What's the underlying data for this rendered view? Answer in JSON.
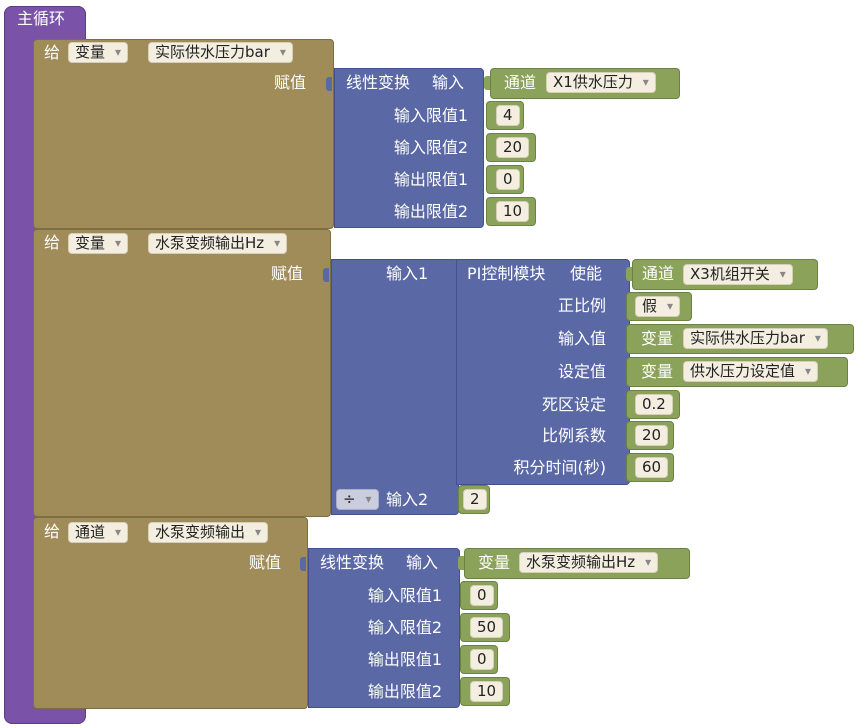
{
  "main_loop": {
    "title": "主循环"
  },
  "stmt1": {
    "give": "给",
    "var_type": "变量",
    "var_name": "实际供水压力bar",
    "assign": "赋值",
    "linear": {
      "title": "线性变换",
      "input": "输入",
      "in_lo_label": "输入限值1",
      "in_lo": "4",
      "in_hi_label": "输入限值2",
      "in_hi": "20",
      "out_lo_label": "输出限值1",
      "out_lo": "0",
      "out_hi_label": "输出限值2",
      "out_hi": "10"
    },
    "channel": {
      "label": "通道",
      "value": "X1供水压力"
    }
  },
  "stmt2": {
    "give": "给",
    "var_type": "变量",
    "var_name": "水泵变频输出Hz",
    "assign": "赋值",
    "math": {
      "input1": "输入1",
      "op": "÷",
      "input2": "输入2",
      "input2_value": "2"
    },
    "pi": {
      "title": "PI控制模块",
      "enable": "使能",
      "enable_channel_label": "通道",
      "enable_channel_value": "X3机组开关",
      "proportional_label": "正比例",
      "proportional_value": "假",
      "input_label": "输入值",
      "input_var_type": "变量",
      "input_var_name": "实际供水压力bar",
      "setpoint_label": "设定值",
      "setpoint_var_type": "变量",
      "setpoint_var_name": "供水压力设定值",
      "deadband_label": "死区设定",
      "deadband_value": "0.2",
      "kp_label": "比例系数",
      "kp_value": "20",
      "ti_label": "积分时间(秒)",
      "ti_value": "60"
    }
  },
  "stmt3": {
    "give": "给",
    "target_type": "通道",
    "target_name": "水泵变频输出",
    "assign": "赋值",
    "linear": {
      "title": "线性变换",
      "input": "输入",
      "in_lo_label": "输入限值1",
      "in_lo": "0",
      "in_hi_label": "输入限值2",
      "in_hi": "50",
      "out_lo_label": "输出限值1",
      "out_lo": "0",
      "out_hi_label": "输出限值2",
      "out_hi": "10"
    },
    "var": {
      "label": "变量",
      "value": "水泵变频输出Hz"
    }
  },
  "colors": {
    "loop": "#7a53a8",
    "assign": "#a08c59",
    "math": "#5b68a6",
    "logic": "#8ba25a"
  }
}
